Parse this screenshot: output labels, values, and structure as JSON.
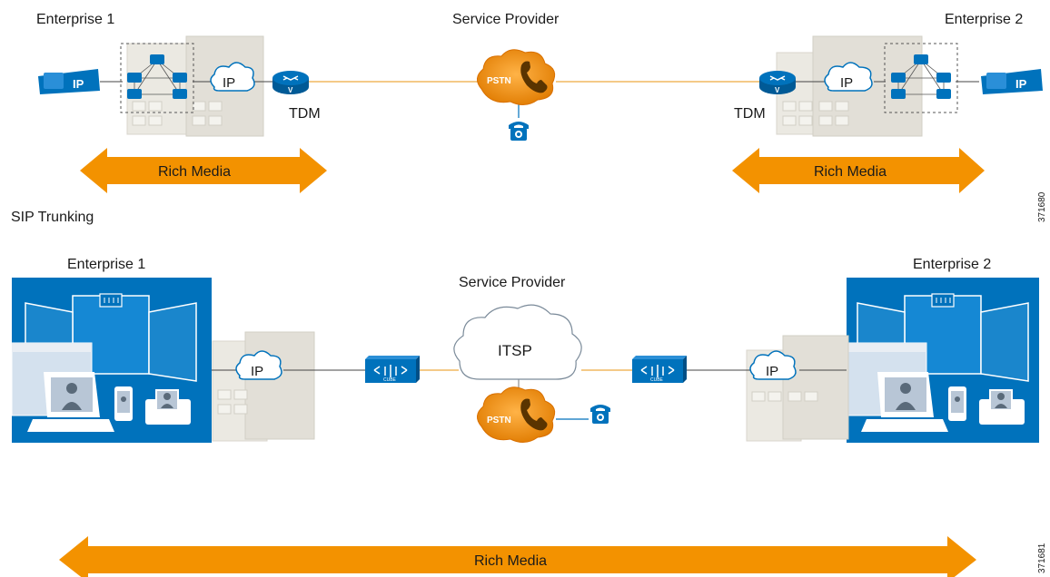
{
  "top": {
    "enterprise_left": "Enterprise 1",
    "provider": "Service Provider",
    "enterprise_right": "Enterprise 2",
    "ip_left": "IP",
    "ip_right": "IP",
    "tdm_left": "TDM",
    "tdm_right": "TDM",
    "pstn": "PSTN",
    "rich_media_left": "Rich Media",
    "rich_media_right": "Rich Media",
    "figure_id": "371680"
  },
  "section_label": "SIP Trunking",
  "bottom": {
    "enterprise_left": "Enterprise 1",
    "provider": "Service Provider",
    "enterprise_right": "Enterprise 2",
    "itsp": "ITSP",
    "ip_left": "IP",
    "ip_right": "IP",
    "pstn": "PSTN",
    "cube_label": "CUBE",
    "rich_media": "Rich Media",
    "figure_id": "371681"
  },
  "colors": {
    "orange": "#f39200",
    "blue": "#0072bc",
    "building": "#e6e4dd",
    "link": "#f0b860"
  }
}
